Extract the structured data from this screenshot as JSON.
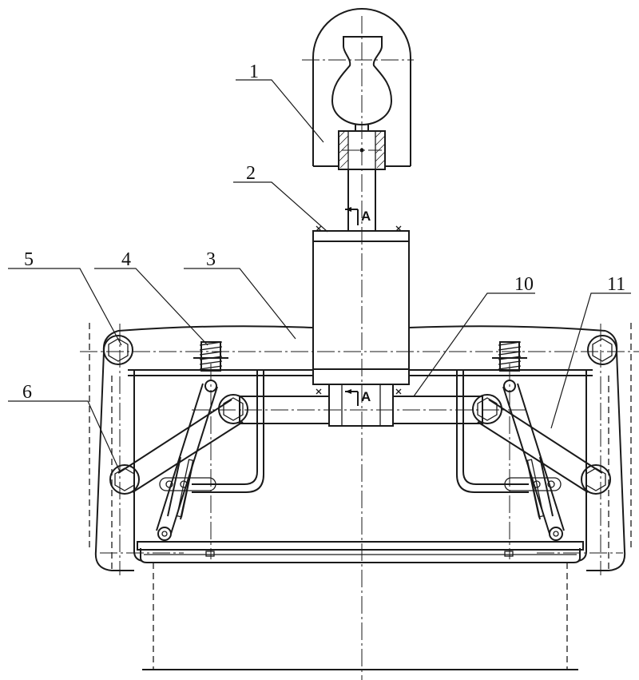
{
  "callouts": [
    {
      "id": "c1",
      "text": "1"
    },
    {
      "id": "c2",
      "text": "2"
    },
    {
      "id": "c3",
      "text": "3"
    },
    {
      "id": "c4",
      "text": "4"
    },
    {
      "id": "c5",
      "text": "5"
    },
    {
      "id": "c6",
      "text": "6"
    },
    {
      "id": "c10",
      "text": "10"
    },
    {
      "id": "c11",
      "text": "11"
    }
  ],
  "section": {
    "mark": "A"
  }
}
